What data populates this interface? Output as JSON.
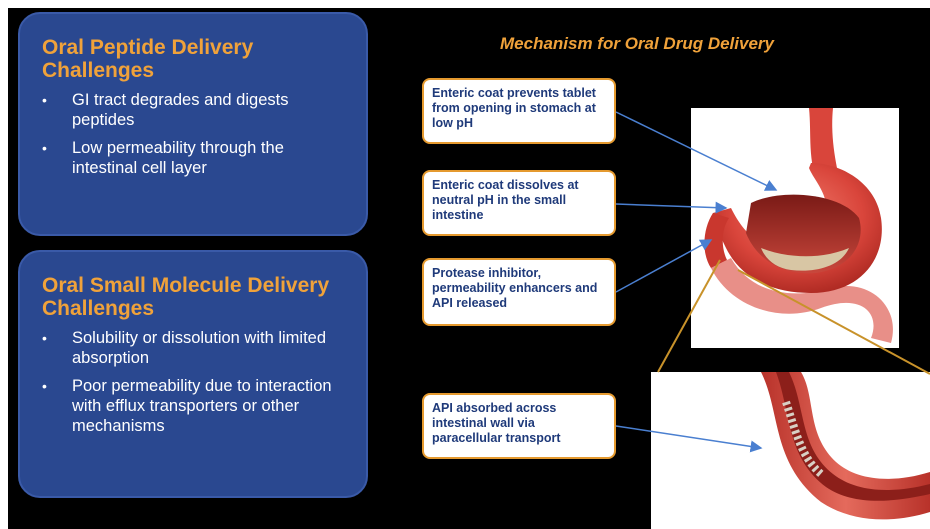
{
  "left_panels": [
    {
      "title": "Oral Peptide Delivery Challenges",
      "bullets": [
        "GI tract degrades and digests peptides",
        "Low permeability through the intestinal cell layer"
      ]
    },
    {
      "title": "Oral Small Molecule Delivery Challenges",
      "bullets": [
        "Solubility or dissolution with limited absorption",
        "Poor permeability due to interaction with efflux transporters or other mechanisms"
      ]
    }
  ],
  "mechanism": {
    "title": "Mechanism for Oral Drug Delivery",
    "steps": [
      "Enteric coat prevents tablet from opening in stomach at low pH",
      "Enteric coat dissolves at neutral pH in the small intestine",
      "Protease inhibitor, permeability enhancers and API released",
      "API absorbed across intestinal wall via paracellular transport"
    ]
  },
  "colors": {
    "panel": "#2a4890",
    "title_orange": "#f0a23a",
    "callout_border": "#e59a2f",
    "callout_text": "#1f3a7a",
    "arrow": "#4a7fd0"
  },
  "images": {
    "stomach": "stomach-illustration",
    "intestine": "intestine-cross-section"
  }
}
